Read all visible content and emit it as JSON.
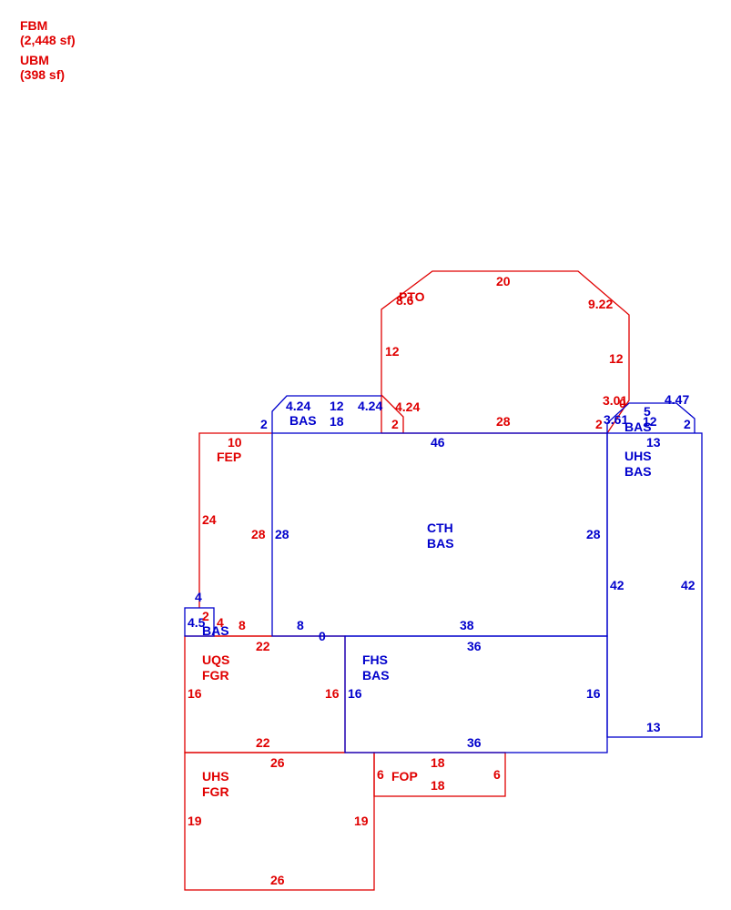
{
  "legend": [
    {
      "code": "FBM",
      "area": "(2,448 sf)"
    },
    {
      "code": "UBM",
      "area": "(398 sf)"
    }
  ],
  "areas": {
    "pto": "PTO",
    "bas_top": "BAS",
    "fep": "FEP",
    "cth_1": "CTH",
    "cth_2": "BAS",
    "uhs_right_1": "UHS",
    "uhs_right_2": "BAS",
    "bas_small_right": "BAS",
    "bas_left": "BAS",
    "uqs_1": "UQS",
    "uqs_2": "FGR",
    "fhs_1": "FHS",
    "fhs_2": "BAS",
    "uhs_bottom_1": "UHS",
    "uhs_bottom_2": "FGR",
    "fop": "FOP"
  },
  "dims": {
    "pto_top": "20",
    "pto_diag_left": "8.6",
    "pto_diag_right": "9.22",
    "pto_left": "12",
    "pto_right": "12",
    "pto_bottom": "28",
    "pto_lr_diag": "4.24",
    "pto_lr_2": "2",
    "pto_rr_1": "3.01",
    "pto_rr_2": "2",
    "pto_rr_0": "0",
    "bas_top_diag_l": "4.24",
    "bas_top_top": "12",
    "bas_top_diag_r": "4.24",
    "bas_top_bottom": "18",
    "bas_top_left": "2",
    "fep_top": "10",
    "fep_left": "24",
    "fep_right": "28",
    "fep_bottom": "8",
    "cth_top": "46",
    "cth_left": "28",
    "cth_right": "28",
    "cth_bottom": "38",
    "cth_bottom_left": "8",
    "cth_zero": "0",
    "small_diag": "4.47",
    "small_top": "5",
    "small_right": "2",
    "small_left": "3.61",
    "small_bottom": "12",
    "uhs_top": "13",
    "uhs_left": "42",
    "uhs_right": "42",
    "uhs_bottom": "13",
    "bas_left_top": "4",
    "bas_left_l": "4.5",
    "bas_left_r": "4",
    "bas_left_2": "2",
    "bas_left_diag": "4",
    "bas_left_bottom_r": "4",
    "uqs_top": "22",
    "uqs_left": "16",
    "uqs_right": "16",
    "uqs_bottom": "22",
    "fhs_top": "36",
    "fhs_left": "16",
    "fhs_right": "16",
    "fhs_bottom": "36",
    "uhsf_top": "26",
    "uhsf_left": "19",
    "uhsf_right": "19",
    "uhsf_bottom": "26",
    "fop_top": "18",
    "fop_left": "6",
    "fop_right": "6",
    "fop_bottom": "18"
  }
}
